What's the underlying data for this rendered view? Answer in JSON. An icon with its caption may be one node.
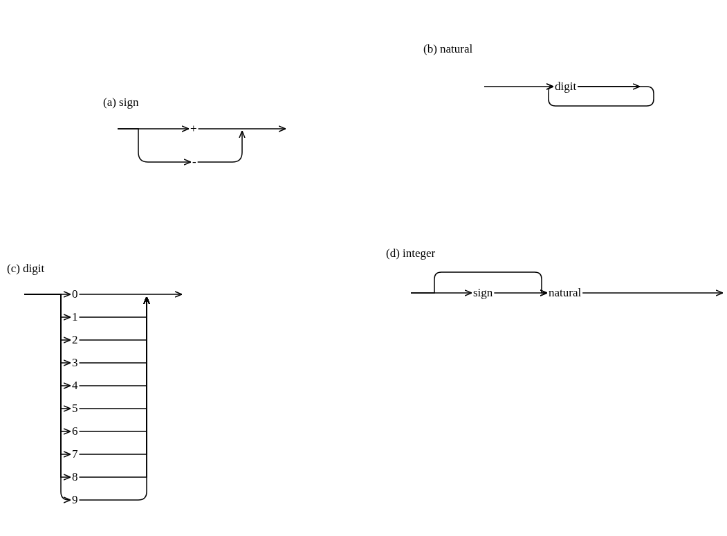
{
  "diagram": {
    "nodes": [
      {
        "text": [
          "+"
        ]
      },
      {
        "text": [
          "-"
        ]
      },
      {
        "text": [
          "digit"
        ]
      },
      {
        "text": [
          "0"
        ]
      },
      {
        "text": [
          "1"
        ]
      },
      {
        "text": [
          "2"
        ]
      },
      {
        "text": [
          "3"
        ]
      },
      {
        "text": [
          "4"
        ]
      },
      {
        "text": [
          "5"
        ]
      },
      {
        "text": [
          "6"
        ]
      },
      {
        "text": [
          "7"
        ]
      },
      {
        "text": [
          "8"
        ]
      },
      {
        "text": [
          "9"
        ]
      },
      {
        "text": [
          "sign"
        ]
      },
      {
        "text": [
          "natural"
        ]
      }
    ],
    "edges": [
      {
        "from": null,
        "to": 0,
        "arrow": "to"
      },
      {
        "from": 0,
        "to": null,
        "arrow": "to"
      },
      {
        "from": null,
        "to": 1,
        "arrow": "to"
      },
      {
        "from": 1,
        "to": null,
        "arrow": "to"
      },
      {
        "from": null,
        "to": 2,
        "arrow": "to"
      },
      {
        "from": 2,
        "to": null,
        "arrow": "to"
      },
      {
        "from": 2,
        "to": 2,
        "arrow": "to"
      },
      {
        "from": null,
        "to": 3,
        "arrow": "to"
      },
      {
        "from": null,
        "to": 4,
        "arrow": "to"
      },
      {
        "from": null,
        "to": 5,
        "arrow": "to"
      },
      {
        "from": null,
        "to": 6,
        "arrow": "to"
      },
      {
        "from": null,
        "to": 7,
        "arrow": "to"
      },
      {
        "from": null,
        "to": 8,
        "arrow": "to"
      },
      {
        "from": null,
        "to": 9,
        "arrow": "to"
      },
      {
        "from": null,
        "to": 10,
        "arrow": "to"
      },
      {
        "from": null,
        "to": 11,
        "arrow": "to"
      },
      {
        "from": null,
        "to": 12,
        "arrow": "to"
      },
      {
        "from": 3,
        "to": null,
        "arrow": "to"
      },
      {
        "from": 4,
        "to": null,
        "arrow": "to"
      },
      {
        "from": 5,
        "to": null,
        "arrow": "to"
      },
      {
        "from": 6,
        "to": null,
        "arrow": "to"
      },
      {
        "from": 7,
        "to": null,
        "arrow": "to"
      },
      {
        "from": 8,
        "to": null,
        "arrow": "to"
      },
      {
        "from": 9,
        "to": null,
        "arrow": "to"
      },
      {
        "from": 10,
        "to": null,
        "arrow": "to"
      },
      {
        "from": 11,
        "to": null,
        "arrow": "to"
      },
      {
        "from": 12,
        "to": null,
        "arrow": "to"
      },
      {
        "from": null,
        "to": 13,
        "arrow": "to"
      },
      {
        "from": 13,
        "to": 14,
        "arrow": "to"
      },
      {
        "from": null,
        "to": 14,
        "arrow": "to"
      },
      {
        "from": 14,
        "to": null,
        "arrow": "to"
      }
    ],
    "labels": [
      "(a) sign",
      "(b) natural",
      "(c) digit",
      "(d) integer"
    ]
  }
}
